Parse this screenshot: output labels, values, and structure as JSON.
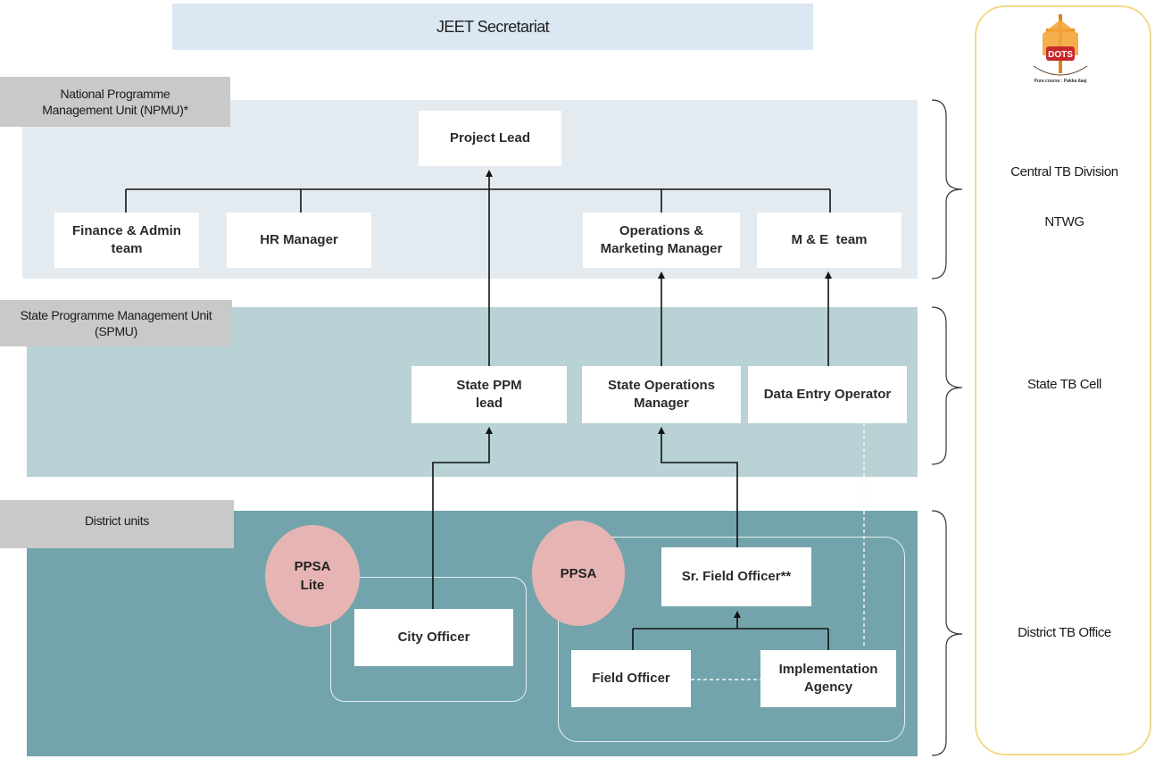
{
  "secretariat": {
    "title": "JEET Secretariat"
  },
  "levels": {
    "national": {
      "label": "National Programme Management Unit (NPMU)*"
    },
    "state": {
      "label": "State Programme Management Unit (SPMU)"
    },
    "district": {
      "label": "District units"
    }
  },
  "national_roles": {
    "project_lead": "Project Lead",
    "finance_admin": "Finance & Admin team",
    "hr_manager": "HR Manager",
    "ops_marketing": "Operations & Marketing Manager",
    "me_team": "M & E  team"
  },
  "state_roles": {
    "state_ppm_lead": "State PPM lead",
    "state_ops_manager": "State Operations Manager",
    "data_entry": "Data Entry Operator"
  },
  "district_roles": {
    "ppsa_lite": "PPSA Lite",
    "ppsa": "PPSA",
    "city_officer": "City Officer",
    "sr_field_officer": "Sr. Field Officer**",
    "field_officer": "Field Officer",
    "implementation_agency": "Implementation Agency"
  },
  "govt_side": {
    "logo_text": "DOTS",
    "logo_motto": "Pura course : Pakka ilaaj",
    "central_division": "Central TB Division",
    "ntwg": "NTWG",
    "state_cell": "State TB Cell",
    "district_office": "District TB Office"
  },
  "colors": {
    "secretariat_bg": "#dbe7f3",
    "national_band": "#e4ebf0",
    "state_band": "#b9d2d6",
    "district_band": "#73a4ac",
    "ppsa_circle": "#e6b5b3",
    "govt_border": "#f2d98a"
  }
}
